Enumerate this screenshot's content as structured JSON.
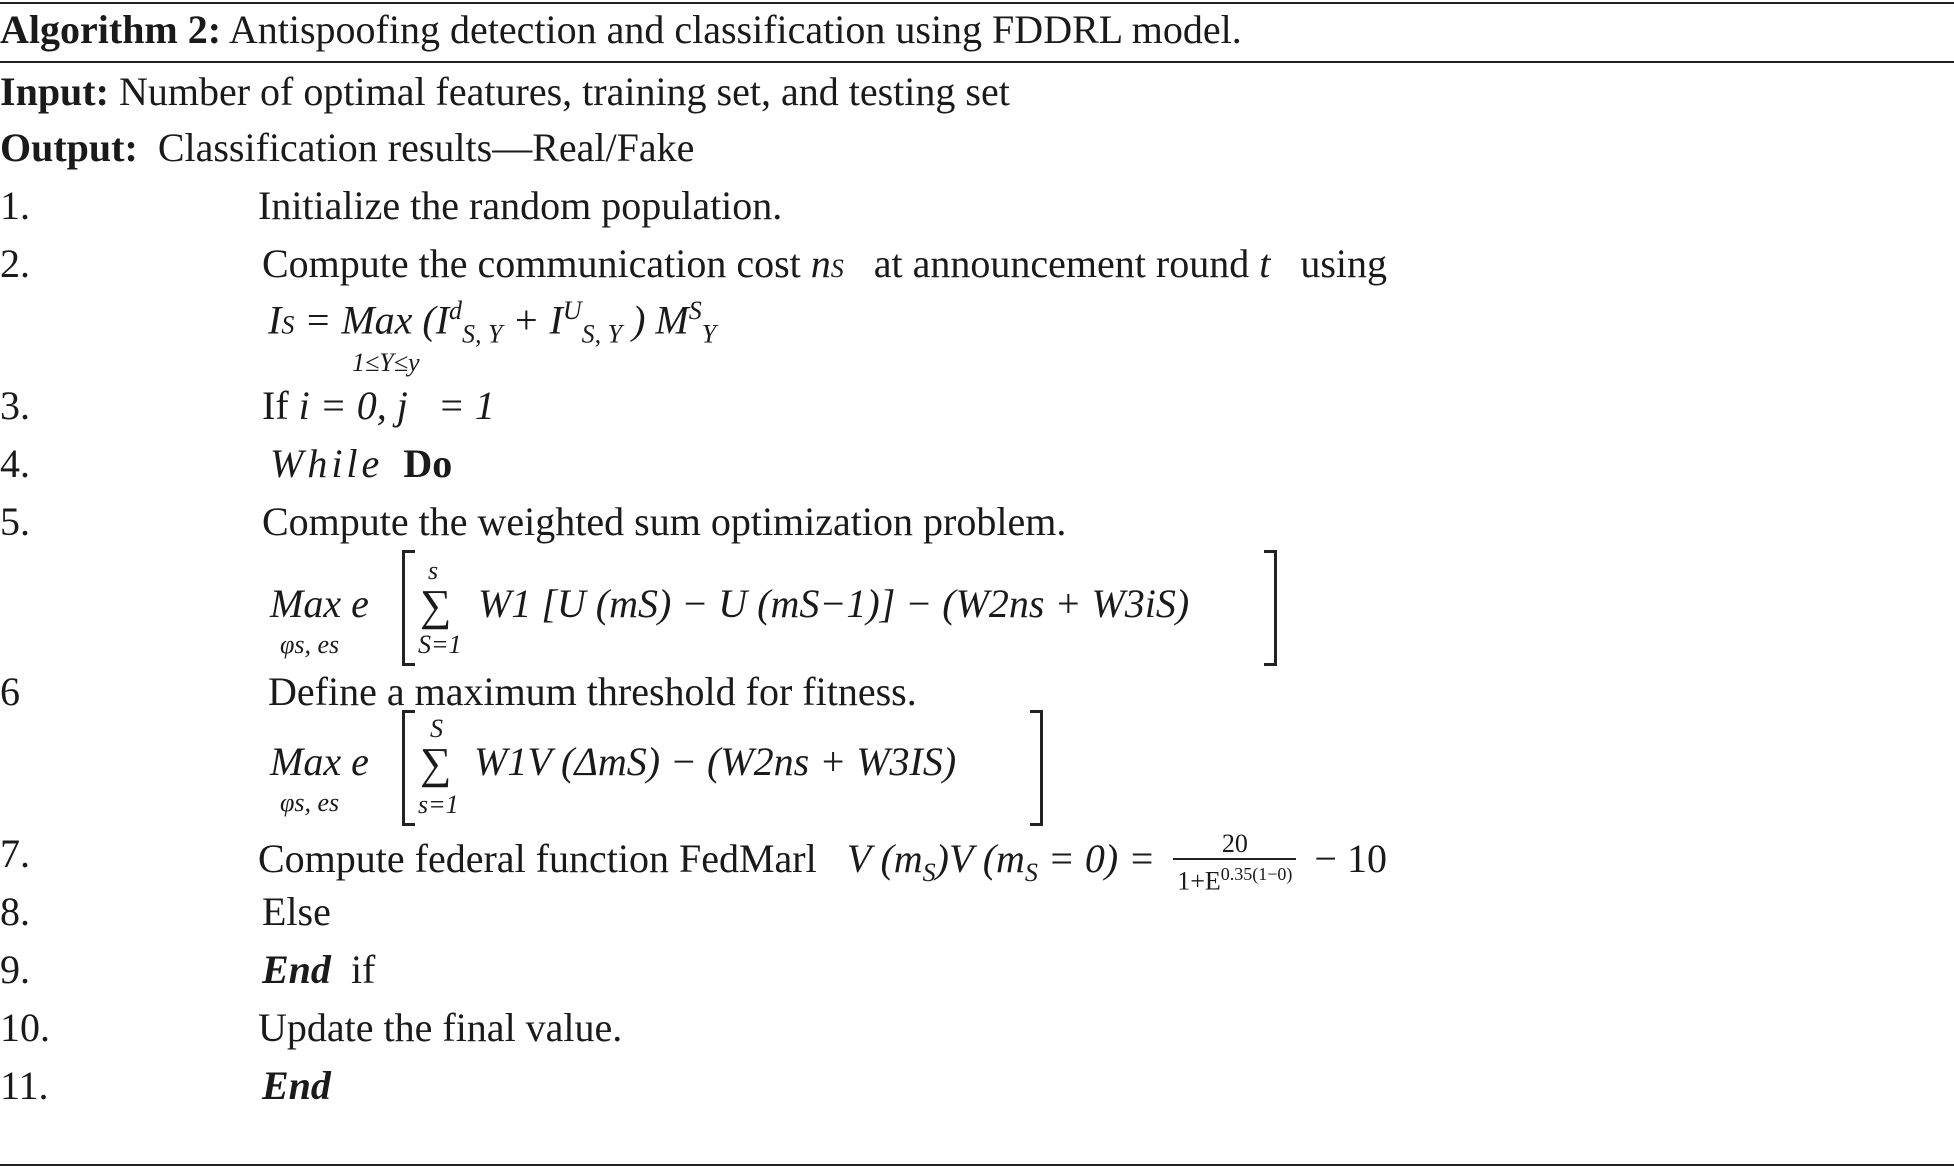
{
  "header": {
    "label": "Algorithm 2:",
    "title": "Antispoofing detection and classification using FDDRL model."
  },
  "io": {
    "input_label": "Input:",
    "input_text": "Number of optimal features, training set, and testing set",
    "output_label": "Output:",
    "output_text": "Classification results—Real/Fake"
  },
  "steps": [
    {
      "num": "1.",
      "text": "Initialize the random population."
    },
    {
      "num": "2.",
      "text_a": "Compute the communication cost",
      "var_n": "n",
      "sub_s": "S",
      "text_b": "at announcement round",
      "var_t": "t",
      "text_c": "using"
    },
    {
      "num": "3.",
      "text": "If",
      "expr": "i = 0, j   = 1"
    },
    {
      "num": "4.",
      "kw1": "While",
      "kw2": "Do"
    },
    {
      "num": "5.",
      "text": "Compute the weighted sum optimization problem."
    },
    {
      "num": "6",
      "text": "Define a maximum threshold for fitness."
    },
    {
      "num": "7.",
      "text": "Compute federal function FedMarl",
      "expr": "V (m",
      "frac_num": "20",
      "frac_den": "1+E",
      "frac_exp": "0.35(1−0)",
      "tail": "− 10"
    },
    {
      "num": "8.",
      "text": "Else"
    },
    {
      "num": "9.",
      "kw": "End",
      "text": "if"
    },
    {
      "num": "10.",
      "text": "Update the final value."
    },
    {
      "num": "11.",
      "kw": "End"
    }
  ],
  "eq2": {
    "lhs": "I",
    "lhs_sub": "S",
    "op": "= Max",
    "limit": "1≤Y≤y",
    "body": "(I",
    "sup_d": "d",
    "sub_sy": "S, Y",
    "plus": "+ I",
    "sup_u": "U",
    "close": ") M",
    "sup_s": "S",
    "sub_y": "Y"
  },
  "eq5": {
    "max": "Max e",
    "limit": "φs, es",
    "sum_top": "s",
    "sum_bot": "S=1",
    "body": "W1 [U (mS) − U (mS−1)] − (W2ns + W3iS)"
  },
  "eq6": {
    "max": "Max e",
    "limit": "φs, es",
    "sum_top": "S",
    "sum_bot": "s=1",
    "body": "W1V (ΔmS) − (W2ns + W3IS)"
  }
}
